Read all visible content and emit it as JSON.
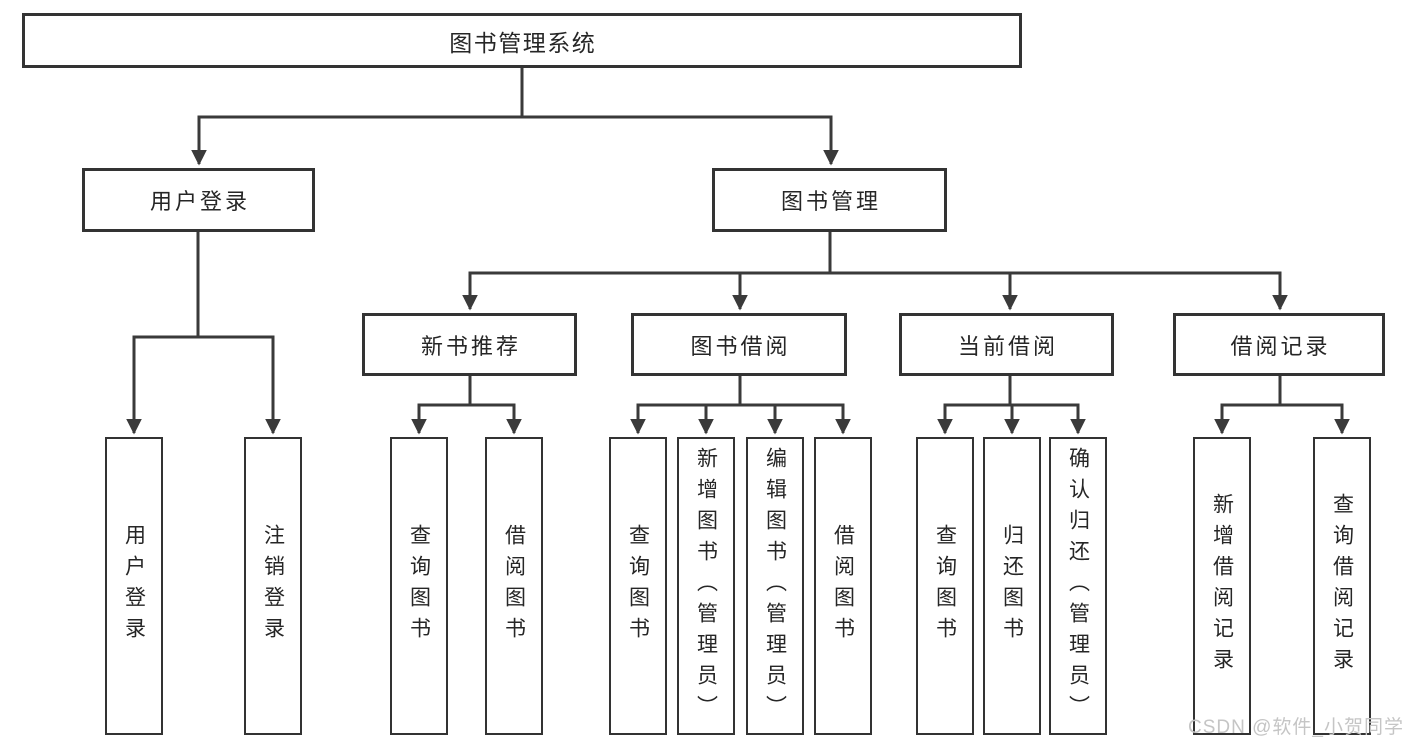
{
  "diagram": {
    "root": {
      "label": "图书管理系统"
    },
    "level2": [
      {
        "label": "用户登录"
      },
      {
        "label": "图书管理"
      }
    ],
    "level3": [
      {
        "label": "新书推荐"
      },
      {
        "label": "图书借阅"
      },
      {
        "label": "当前借阅"
      },
      {
        "label": "借阅记录"
      }
    ],
    "leaves": {
      "user_login": [
        {
          "label": "用户登录"
        },
        {
          "label": "注销登录"
        }
      ],
      "new_book_recommend": [
        {
          "label": "查询图书"
        },
        {
          "label": "借阅图书"
        }
      ],
      "book_borrowing": [
        {
          "label": "查询图书"
        },
        {
          "label": "新增图书（管理员）"
        },
        {
          "label": "编辑图书（管理员）"
        },
        {
          "label": "借阅图书"
        }
      ],
      "current_borrowing": [
        {
          "label": "查询图书"
        },
        {
          "label": "归还图书"
        },
        {
          "label": "确认归还（管理员）"
        }
      ],
      "borrowing_records": [
        {
          "label": "新增借阅记录"
        },
        {
          "label": "查询借阅记录"
        }
      ]
    },
    "watermark": {
      "text": "CSDN @软件_小贺同学"
    },
    "colors": {
      "line": "#3a3a3a",
      "box_border": "#333333",
      "text": "#262626",
      "background": "#ffffff",
      "watermark": "#c5c5c5"
    }
  }
}
